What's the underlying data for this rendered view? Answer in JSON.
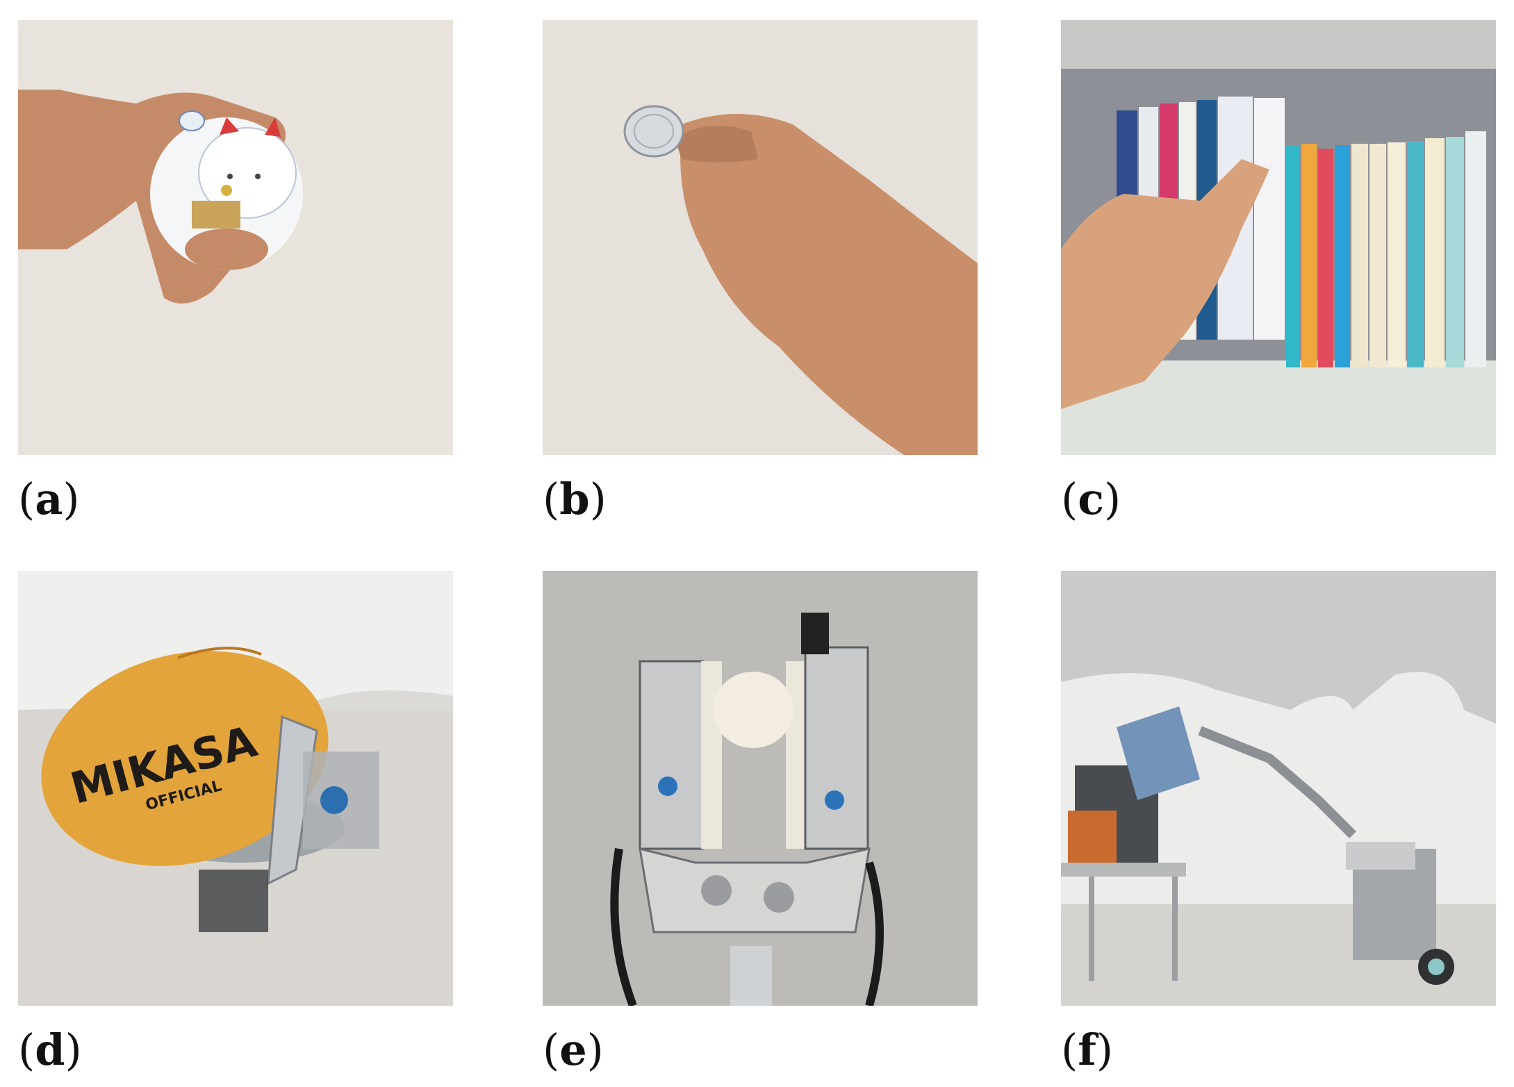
{
  "labels": {
    "a": "a",
    "b": "b",
    "c": "c",
    "d": "d",
    "e": "e",
    "f": "f"
  },
  "panel_d": {
    "ball_brand": "MIKASA",
    "ball_sub": "OFFICIAL"
  },
  "colors": {
    "table": "#e7e2dc",
    "skin": "#c98e6b",
    "ball": "#e3a43b",
    "metal": "#b9bcc0",
    "backdrop": "#ececeb"
  }
}
